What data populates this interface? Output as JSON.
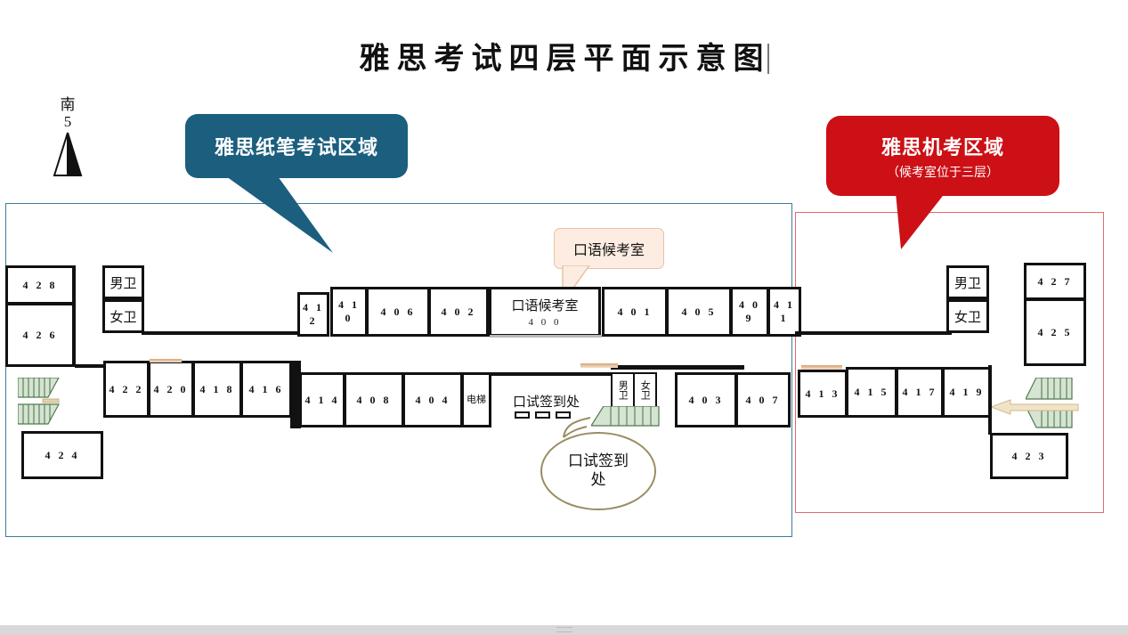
{
  "page": {
    "title": "雅思考试四层平面示意图",
    "caret": true
  },
  "compass": {
    "label": "南",
    "number": "5",
    "icon": "north-arrow-triangle"
  },
  "callouts": {
    "paper_zone": {
      "label": "雅思纸笔考试区域",
      "color": "#1b5e7e",
      "text_color": "#ffffff"
    },
    "computer_zone": {
      "label": "雅思机考区域",
      "sub": "（候考室位于三层）",
      "color": "#cc1015",
      "text_color": "#ffffff"
    },
    "speaking_wait": {
      "label": "口语候考室",
      "fill": "#fdece1",
      "border": "#e8c3a6"
    },
    "speaking_checkin": {
      "label": "口试签到处",
      "border": "#9a8c63"
    }
  },
  "zones": {
    "paper": {
      "name": "雅思纸笔考试区域",
      "border_color": "#3b7e99"
    },
    "computer": {
      "name": "雅思机考区域",
      "border_color": "#e3696b"
    }
  },
  "rooms": {
    "r428": "4 2 8",
    "r426": "4 2 6",
    "r424": "4 2 4",
    "r422": "4 2 2",
    "r420": "4 2 0",
    "r418": "4 1 8",
    "r416": "4 1 6",
    "r414": "4 1 4",
    "r412": "4 1 2",
    "r410": "4 1 0",
    "r408": "4 0 8",
    "r406": "4 0 6",
    "r404": "4 0 4",
    "r402": "4 0 2",
    "r401": "4 0 1",
    "r403": "4 0 3",
    "r405": "4 0 5",
    "r407": "4 0 7",
    "r409": "4 0 9",
    "r411": "4 1 1",
    "r413": "4 1 3",
    "r415": "4 1 5",
    "r417": "4 1 7",
    "r419": "4 1 9",
    "r423": "4 2 3",
    "r425": "4 2 5",
    "r427": "4 2 7",
    "speaking_room_name": "口语候考室",
    "speaking_room_no": "4 0 0",
    "elevator": "电梯",
    "checkin": "口试签到处",
    "wc_men_left": "男卫",
    "wc_women_left": "女卫",
    "wc_men_mid": "男卫",
    "wc_women_mid": "女卫",
    "wc_men_right": "男卫",
    "wc_women_right": "女卫"
  },
  "features": {
    "stairs_left": "stairs-icon",
    "stairs_mid": "stairs-icon",
    "stairs_right": "stairs-icon",
    "stair_hatch_color": "#cfe0cd",
    "stair_line_color": "#4f7a4f",
    "arrow_color": "#e4d2ae",
    "desk_count": 3
  }
}
